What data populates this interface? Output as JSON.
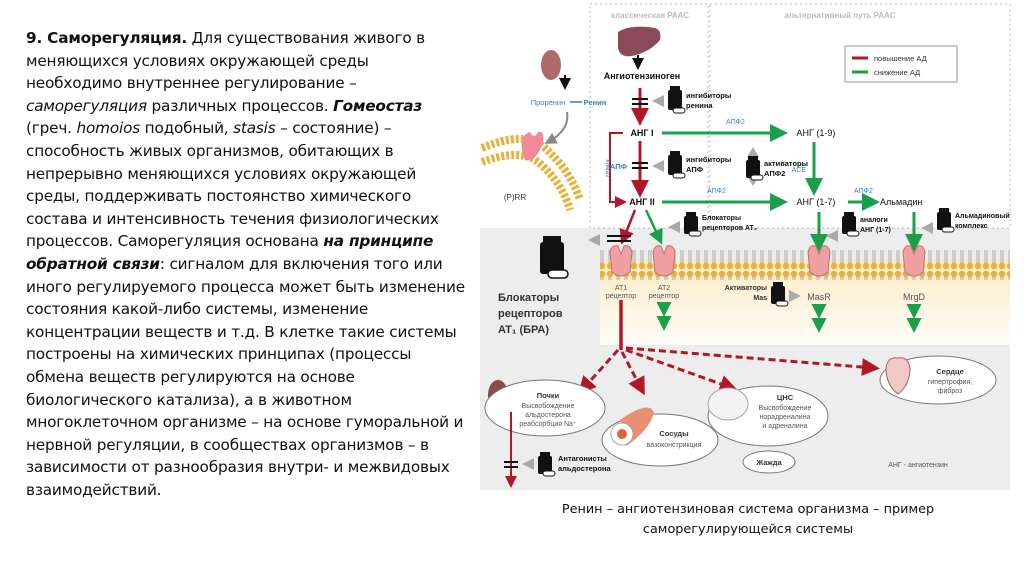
{
  "text_block": {
    "number_title": "9. Саморегуляция.",
    "p1": " Для существования живого в меняющихся условиях окружающей среды необходимо внутреннее регулирование – ",
    "italic_selfreg": "саморегуляция",
    "p2": " различных процессов. ",
    "homeostasis": "Гомеостаз",
    "p3": " (греч. ",
    "homoios": "homoios",
    "p4": " подобный, ",
    "stasis": "stasis",
    "p5": " – состояние) – способность живых организмов, обитающих в непрерывно меняющихся условиях окружающей среды, поддерживать постоянство химического состава и интенсивность течения физиологических процессов. Саморегуляция основана ",
    "feedback": "на принципе обратной связи",
    "p6": ": сигналом для включения того или иного регулируемого процесса может быть изменение состояния какой-либо системы, изменение концентрации веществ и т.д. В клетке такие системы построены на химических принципах (процессы обмена веществ регулируются на основе биологического катализа), а в животном многоклеточном организме – на основе гуморальной и нервной регуляции, в сообществах организмов – в зависимости от разнообразия внутри- и межвидовых взаимодействий."
  },
  "diagram": {
    "section_classic": "классическая РААС",
    "section_alt": "альтернативный путь РААС",
    "legend": [
      {
        "label": "повышение АД",
        "color": "#b0182a"
      },
      {
        "label": "снижение АД",
        "color": "#1aa04a"
      }
    ],
    "angiotensinogen": "Ангиотензиноген",
    "prorenin": "Проренин",
    "renin": "Ренин",
    "renin_inhibitors": [
      "ингибиторы",
      "ренина"
    ],
    "ang1": "АНГ I",
    "ang2": "АНГ II",
    "ang19": "АНГ (1-9)",
    "ang17": "АНГ (1-7)",
    "almadin": "Альмадин",
    "chymase": "химаз",
    "ace": "АПФ",
    "ace2": "АПФ2",
    "ace_en": "ACE",
    "ace_inhibitors": [
      "ингибиторы",
      "АПФ"
    ],
    "ace2_activators": [
      "активаторы",
      "АПФ2"
    ],
    "at2_blockers": [
      "Блокаторы",
      "рецепторов AT₂"
    ],
    "ang17_analogs": [
      "аналоги",
      "АНГ (1-7)"
    ],
    "almadin_complex": [
      "Альмадиновый",
      "комплекс"
    ],
    "prr": "(P)RR",
    "arb_label": [
      "Блокаторы",
      "рецепторов",
      "AT₁ (БРА)"
    ],
    "at1_receptor": [
      "AT1",
      "рецептор"
    ],
    "at2_receptor": [
      "AT2",
      "рецептор"
    ],
    "mas_activators": [
      "Активаторы",
      "Mas"
    ],
    "masr": "MasR",
    "mrgd": "MrgD",
    "kidney_box": [
      "Почки",
      "Высвобождение",
      "альдостерона",
      "реабсорбция Na⁺"
    ],
    "vessels_box": [
      "Сосуды",
      "вазоконстрикция"
    ],
    "cns_box": [
      "ЦНС",
      "Высвобождение",
      "норадреналина",
      "и адреналина"
    ],
    "heart_box": [
      "Сердце",
      "гипертрофия,",
      "фиброз"
    ],
    "thirst": "Жажда",
    "aldo_antagonists": [
      "Антагонисты",
      "альдостерона"
    ],
    "abbrev_note": "АНГ - ангиотензин",
    "colors": {
      "red": "#b0182a",
      "green": "#1aa04a",
      "blue_label": "#3a7fc0",
      "membrane": "#e8b23a",
      "receptor": "#f0a0a0"
    }
  },
  "caption": {
    "line1": "Ренин – ангиотензиновая система организма – пример",
    "line2": "саморегулирующейся системы"
  }
}
